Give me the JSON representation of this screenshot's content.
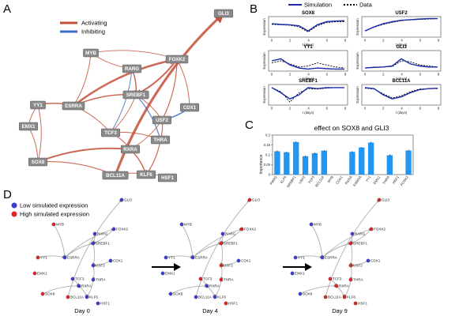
{
  "panels": {
    "a": "A",
    "b": "B",
    "c": "C",
    "d": "D"
  },
  "colors": {
    "activating": "#c4503a",
    "inhibiting": "#3f6fbf",
    "simulation": "#1a2aa8",
    "bar": "#2196f3",
    "low": "#3b3bd6",
    "high": "#e02424"
  },
  "panel_a": {
    "legend": {
      "activating": "Activating",
      "inhibiting": "Inhibiting"
    },
    "nodes": [
      "GLI3",
      "MYB",
      "FOXK2",
      "RARG",
      "SREBF1",
      "YY1",
      "ESRRA",
      "USF2",
      "CDX1",
      "EMX1",
      "TCF3",
      "THRA",
      "RXRA",
      "SOX8",
      "BCL11A",
      "KLF6",
      "HSF1"
    ]
  },
  "panel_b": {
    "legend": {
      "simulation": "Simulation",
      "data": "Data"
    },
    "ylabel": "Expression",
    "xlabel": "t (days)",
    "xticks": [
      "0",
      "2",
      "4",
      "6",
      "8"
    ],
    "subplots": [
      {
        "title": "SOX8",
        "sim": [
          0.65,
          0.62,
          0.6,
          0.55,
          0.3,
          0.6,
          0.75,
          0.78,
          0.8
        ],
        "data": [
          0.62,
          0.6,
          0.58,
          0.5,
          0.25,
          0.55,
          0.7,
          0.75,
          0.75
        ]
      },
      {
        "title": "USF2",
        "sim": [
          0.3,
          0.5,
          0.65,
          0.75,
          0.82,
          0.85,
          0.88,
          0.9,
          0.9
        ],
        "data": [
          0.3,
          0.48,
          0.62,
          0.72,
          0.8,
          0.84,
          0.86,
          0.88,
          0.9
        ]
      },
      {
        "title": "YY1",
        "sim": [
          0.5,
          0.6,
          0.3,
          0.15,
          0.1,
          0.15,
          0.12,
          0.1,
          0.1
        ],
        "data": [
          0.4,
          0.5,
          0.35,
          0.2,
          0.25,
          0.4,
          0.3,
          0.2,
          0.15
        ]
      },
      {
        "title": "GLI3",
        "sim": [
          0.15,
          0.18,
          0.2,
          0.25,
          0.6,
          0.35,
          0.25,
          0.2,
          0.2
        ],
        "data": [
          0.15,
          0.2,
          0.2,
          0.22,
          0.5,
          0.45,
          0.3,
          0.25,
          0.2
        ]
      },
      {
        "title": "SREBF1",
        "sim": [
          0.85,
          0.6,
          0.3,
          0.5,
          0.85,
          0.8,
          0.85,
          0.85,
          0.85
        ],
        "data": [
          0.85,
          0.65,
          0.15,
          0.6,
          0.8,
          0.78,
          0.82,
          0.85,
          0.85
        ]
      },
      {
        "title": "BCL11A",
        "sim": [
          0.85,
          0.8,
          0.5,
          0.3,
          0.4,
          0.6,
          0.75,
          0.8,
          0.82
        ],
        "data": [
          0.82,
          0.78,
          0.55,
          0.35,
          0.45,
          0.65,
          0.78,
          0.8,
          0.8
        ]
      }
    ]
  },
  "chart_data": {
    "type": "bar",
    "title": "effect on SOX8 and GLI3",
    "ylabel": "Importance",
    "xlabel": "",
    "ylim": [
      0,
      0.2
    ],
    "yticks": [
      "0",
      "0.05",
      "0.1",
      "0.15",
      "0.2"
    ],
    "categories": [
      "RARG",
      "KLF6",
      "SREBF1",
      "USF2",
      "TCF3",
      "BCL11A",
      "MYB",
      "CDX1",
      "RXRA",
      "ESRRA",
      "YY1",
      "EMX1",
      "THRA",
      "HSF1",
      "FOXK2"
    ],
    "values": [
      0.118,
      0.113,
      0.165,
      0.093,
      0.108,
      0.121,
      0.0,
      0.0,
      0.115,
      0.137,
      0.162,
      0.0,
      0.098,
      0.0,
      0.122
    ],
    "errors": [
      0.004,
      0.003,
      0.003,
      0.004,
      0.004,
      0.003,
      0,
      0,
      0.004,
      0.003,
      0.003,
      0,
      0.004,
      0,
      0.003
    ]
  },
  "panel_d": {
    "legend": {
      "low": "Low simulated expression",
      "high": "High simulated expression"
    },
    "days": [
      "Day 0",
      "Day 4",
      "Day 9"
    ],
    "nodes": [
      "GLI3",
      "MYB",
      "FOXK2",
      "RARG",
      "SREBF1",
      "YY1",
      "ESRRA",
      "USF2",
      "CDX1",
      "EMX1",
      "TCF3",
      "THRA",
      "RXRA",
      "SOX8",
      "BCL11A",
      "KLF6",
      "HSF1"
    ],
    "states": [
      [
        "low",
        "high",
        "low",
        "low",
        "low",
        "high",
        "low",
        "low",
        "low",
        "high",
        "low",
        "low",
        "low",
        "high",
        "high",
        "low",
        "low"
      ],
      [
        "high",
        "low",
        "high",
        "low",
        "high",
        "low",
        "low",
        "high",
        "low",
        "low",
        "high",
        "high",
        "low",
        "low",
        "low",
        "low",
        "high"
      ],
      [
        "high",
        "low",
        "high",
        "low",
        "high",
        "low",
        "low",
        "high",
        "low",
        "low",
        "high",
        "high",
        "high",
        "low",
        "high",
        "high",
        "high"
      ]
    ]
  }
}
